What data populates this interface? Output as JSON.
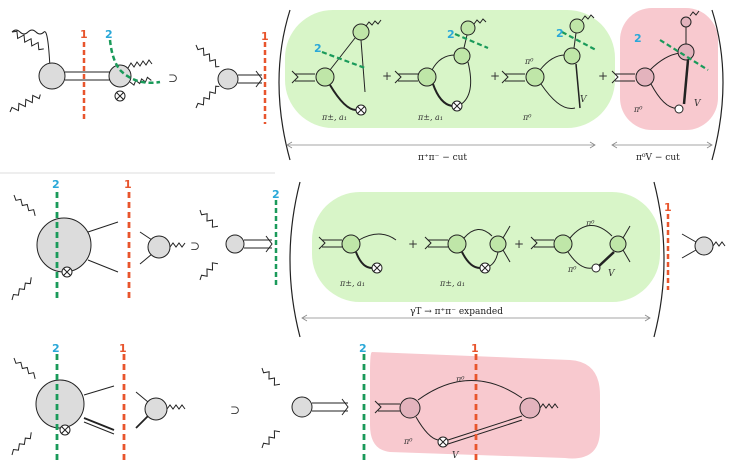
{
  "colors": {
    "cut_one": "#e8552d",
    "cut_two_line": "#1a9a5a",
    "cut_two_num": "#2aa8d8",
    "blob_fill": "#dcdcdc",
    "green_vertex": "#bfe6a8",
    "pink_vertex": "#e3b3bd",
    "green_region": "#d8f5c8",
    "pink_region": "#f8c9cf"
  },
  "cut_labels": {
    "one": "1",
    "two": "2"
  },
  "operators": {
    "subset": "⊃",
    "plus": "+"
  },
  "particle_labels": {
    "pi_pm_a1": "π±, a₁",
    "pi0": "π⁰",
    "V": "V"
  },
  "captions": {
    "pipi_cut": "π⁺π⁻ − cut",
    "pi0V_cut": "π⁰V − cut",
    "gammaT_expanded": "γT → π⁺π⁻ expanded"
  },
  "rows": [
    {
      "id": "row-1"
    },
    {
      "id": "row-2"
    },
    {
      "id": "row-3"
    }
  ]
}
